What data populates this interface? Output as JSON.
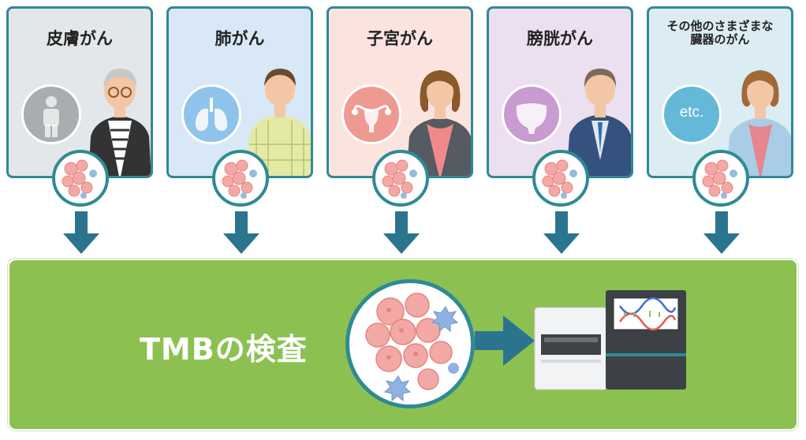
{
  "cancers": [
    {
      "title": "皮膚がん",
      "bg": "#e3e7e9",
      "organ_icon": "person-silhouette-icon",
      "organ_color": "#a9adaf"
    },
    {
      "title": "肺がん",
      "bg": "#d8e8f6",
      "organ_icon": "lungs-icon",
      "organ_color": "#8ec4ec"
    },
    {
      "title": "子宮がん",
      "bg": "#fbe3de",
      "organ_icon": "uterus-icon",
      "organ_color": "#ef9a91"
    },
    {
      "title": "膀胱がん",
      "bg": "#ebdff0",
      "organ_icon": "bladder-icon",
      "organ_color": "#c99bd0"
    },
    {
      "title": "その他のさまざまな\n臓器のがん",
      "bg": "#dcecf3",
      "organ_icon": "etc-icon",
      "organ_color": "#64b9d8",
      "organ_text": "etc."
    }
  ],
  "test": {
    "label": "TMBの検査"
  },
  "colors": {
    "accent": "#2f8a94",
    "arrow": "#2b7490",
    "panel": "#8cc152"
  }
}
